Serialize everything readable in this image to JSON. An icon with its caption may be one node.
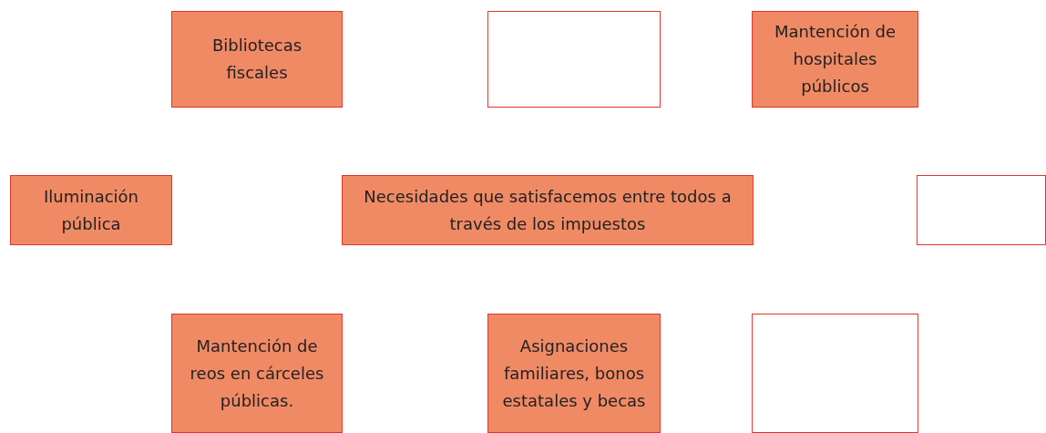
{
  "diagram": {
    "nodes": [
      {
        "text": [
          "Bibliotecas fiscales"
        ]
      },
      {
        "text": [],
        "shape": "box"
      },
      {
        "text": [
          "Mantención de hospitales públicos"
        ]
      },
      {
        "text": [
          "Iluminación pública"
        ]
      },
      {
        "text": [
          "Necesidades que satisfacemos entre todos a través de los impuestos"
        ]
      },
      {
        "text": [],
        "shape": "box"
      },
      {
        "text": [
          "Mantención de reos en cárceles públicas."
        ]
      },
      {
        "text": [
          "Asignaciones familiares, bonos estatales y becas"
        ]
      },
      {
        "text": [],
        "shape": "box"
      }
    ],
    "edges": []
  }
}
